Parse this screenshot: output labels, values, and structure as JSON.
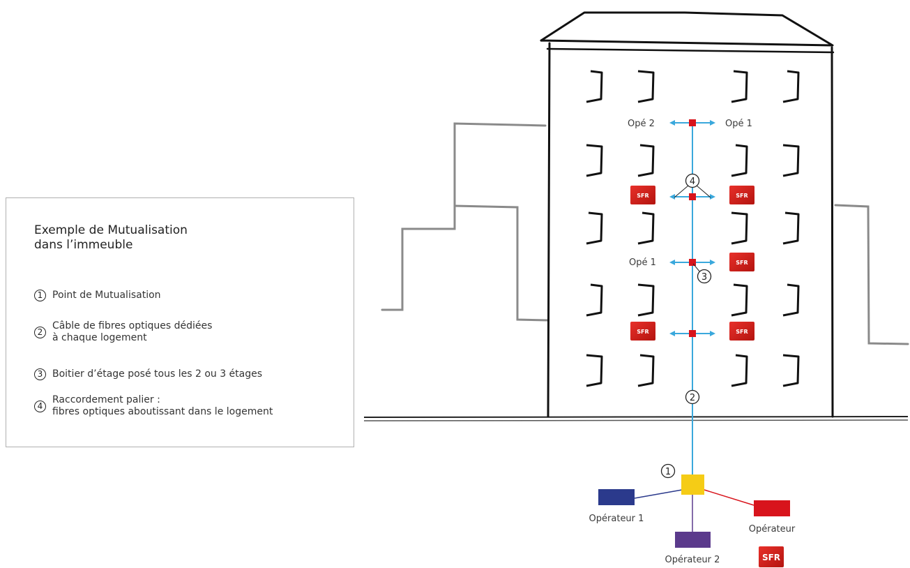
{
  "legend": {
    "title_line1": "Exemple de Mutualisation",
    "title_line2": "dans l’immeuble",
    "items": [
      {
        "num": "1",
        "line1": "Point de Mutualisation",
        "line2": ""
      },
      {
        "num": "2",
        "line1": "Câble de fibres optiques dédiées",
        "line2": "à chaque logement"
      },
      {
        "num": "3",
        "line1": "Boitier d’étage posé tous les 2 ou 3 étages",
        "line2": ""
      },
      {
        "num": "4",
        "line1": "Raccordement palier :",
        "line2": "fibres optiques aboutissant dans le logement"
      }
    ]
  },
  "diagram": {
    "floor_labels": {
      "ope2_top": "Opé 2",
      "ope1_top": "Opé 1",
      "ope1_mid": "Opé 1"
    },
    "markers": {
      "m1": "1",
      "m2": "2",
      "m3": "3",
      "m4": "4"
    },
    "operators": {
      "op1": {
        "label": "Opérateur 1",
        "color": "#2b3a8c"
      },
      "op2": {
        "label": "Opérateur 2",
        "color": "#5b3a8c"
      },
      "op3": {
        "label": "Opérateur",
        "color": "#d8141c"
      }
    },
    "sfr_logo_text": "SFR",
    "colors": {
      "fiber": "#3aa8dc",
      "floor_box": "#d8141c",
      "mutualisation_point": "#f5cc16",
      "building_outline": "#111111",
      "neighbor_outline": "#8a8a8a"
    }
  }
}
